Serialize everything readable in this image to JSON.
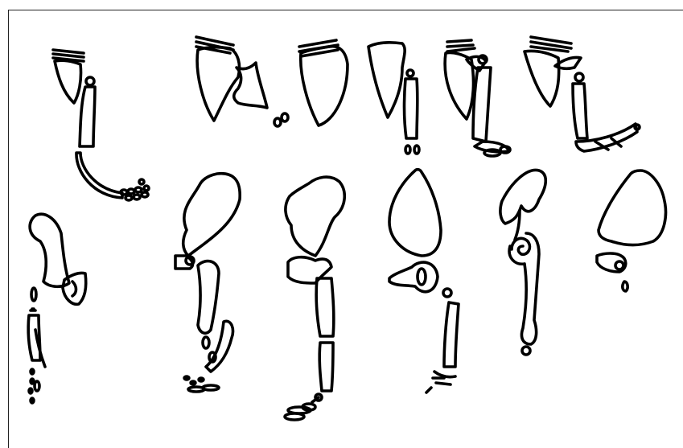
{
  "figure": {
    "background": "#ffffff",
    "ink": "#000000",
    "panels": [
      {
        "row": "top",
        "index": 1,
        "icon": "limb-skeleton-icon"
      },
      {
        "row": "top",
        "index": 2,
        "icon": "limb-skeleton-icon"
      },
      {
        "row": "top",
        "index": 3,
        "icon": "limb-skeleton-icon"
      },
      {
        "row": "top",
        "index": 4,
        "icon": "limb-skeleton-icon"
      },
      {
        "row": "top",
        "index": 5,
        "icon": "limb-skeleton-icon"
      },
      {
        "row": "top",
        "index": 6,
        "icon": "limb-skeleton-icon"
      },
      {
        "row": "bottom",
        "index": 1,
        "icon": "limb-skeleton-icon"
      },
      {
        "row": "bottom",
        "index": 2,
        "icon": "limb-skeleton-icon"
      },
      {
        "row": "bottom",
        "index": 3,
        "icon": "limb-skeleton-icon"
      },
      {
        "row": "bottom",
        "index": 4,
        "icon": "limb-skeleton-icon"
      },
      {
        "row": "bottom",
        "index": 5,
        "icon": "limb-skeleton-icon"
      },
      {
        "row": "bottom",
        "index": 6,
        "icon": "limb-skeleton-icon"
      }
    ]
  }
}
